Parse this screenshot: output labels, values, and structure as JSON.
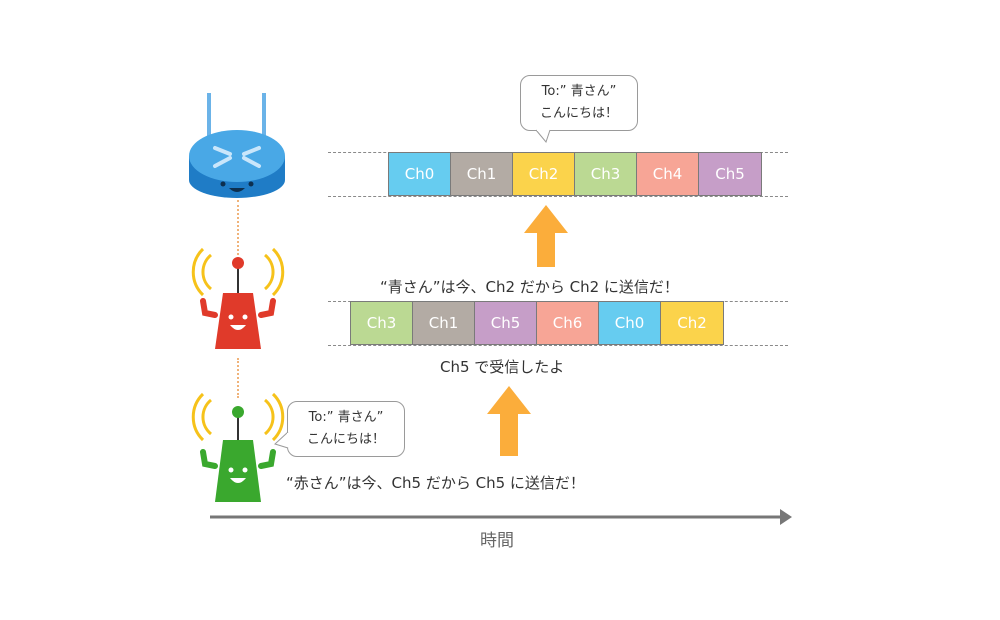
{
  "top_row": {
    "channels": [
      {
        "label": "Ch0",
        "color": "#66ccf0"
      },
      {
        "label": "Ch1",
        "color": "#b3aba4"
      },
      {
        "label": "Ch2",
        "color": "#fbd34b"
      },
      {
        "label": "Ch3",
        "color": "#bbd993"
      },
      {
        "label": "Ch4",
        "color": "#f7a596"
      },
      {
        "label": "Ch5",
        "color": "#c69ec8"
      }
    ]
  },
  "middle_row": {
    "channels": [
      {
        "label": "Ch3",
        "color": "#bbd993"
      },
      {
        "label": "Ch1",
        "color": "#b3aba4"
      },
      {
        "label": "Ch5",
        "color": "#c69ec8"
      },
      {
        "label": "Ch6",
        "color": "#f7a596"
      },
      {
        "label": "Ch0",
        "color": "#66ccf0"
      },
      {
        "label": "Ch2",
        "color": "#fbd34b"
      }
    ]
  },
  "top_bubble": {
    "line1": "To:” 青さん”",
    "line2": "こんにちは！"
  },
  "bottom_bubble": {
    "line1": "To:” 青さん”",
    "line2": "こんにちは！"
  },
  "captions": {
    "red_send": "“青さん”は今、Ch2 だから Ch2 に送信だ！",
    "red_receive": "Ch5 で受信したよ",
    "green_send": "“赤さん”は今、Ch5 だから Ch5 に送信だ！"
  },
  "time_axis": {
    "label": "時間"
  },
  "colors": {
    "arrow": "#fbad3b",
    "axis": "#777777",
    "router": "#2e8fd8",
    "red_device": "#e03a2a",
    "green_device": "#3aa82e",
    "signal": "#f6c21a"
  }
}
